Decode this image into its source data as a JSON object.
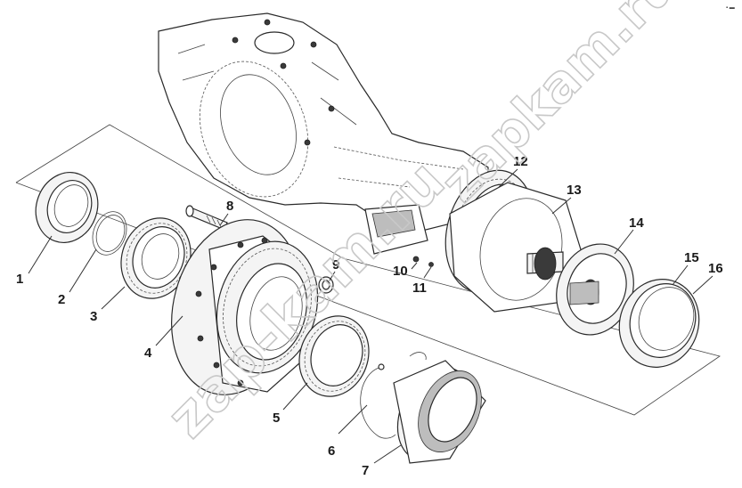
{
  "diagram": {
    "corner_mark": "▪ ▬",
    "watermark_1": "zapkam.ru",
    "watermark_2": "zap-kam.ru",
    "callouts": [
      {
        "id": "1",
        "label": "1"
      },
      {
        "id": "2",
        "label": "2"
      },
      {
        "id": "3",
        "label": "3"
      },
      {
        "id": "4",
        "label": "4"
      },
      {
        "id": "5",
        "label": "5"
      },
      {
        "id": "6",
        "label": "6"
      },
      {
        "id": "7",
        "label": "7"
      },
      {
        "id": "8",
        "label": "8"
      },
      {
        "id": "9",
        "label": "9"
      },
      {
        "id": "10",
        "label": "10"
      },
      {
        "id": "11",
        "label": "11"
      },
      {
        "id": "12",
        "label": "12"
      },
      {
        "id": "13",
        "label": "13"
      },
      {
        "id": "14",
        "label": "14"
      },
      {
        "id": "15",
        "label": "15"
      },
      {
        "id": "16",
        "label": "16"
      }
    ]
  }
}
